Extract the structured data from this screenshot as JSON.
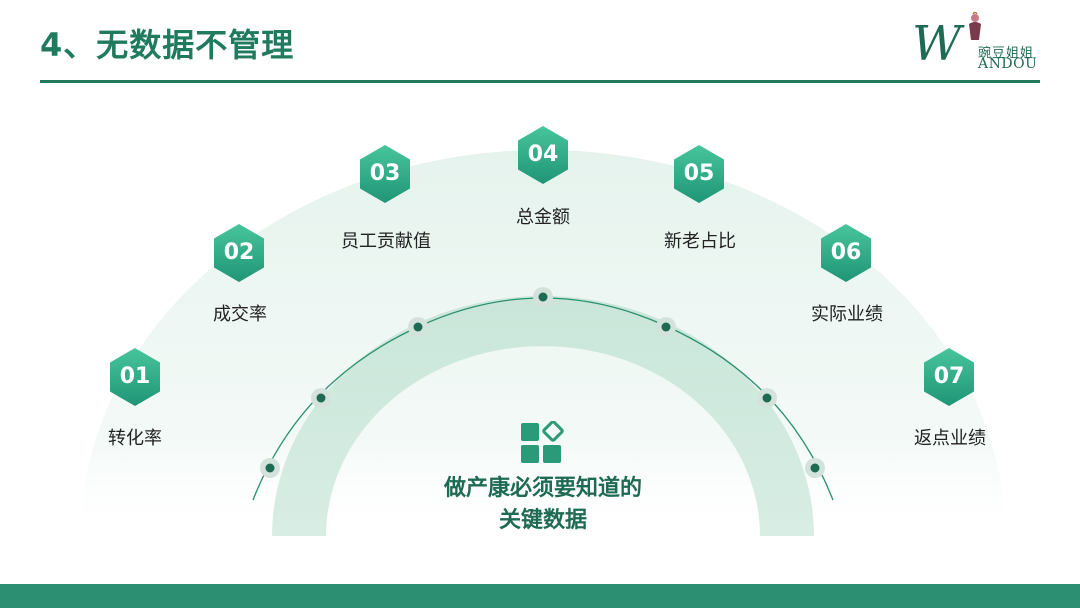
{
  "header": {
    "title": "4、无数据不管理"
  },
  "logo": {
    "letter": "W",
    "cn_text": "豌豆姐姐",
    "en_text": "ANDOU"
  },
  "items": [
    {
      "number": "01",
      "label": "转化率"
    },
    {
      "number": "02",
      "label": "成交率"
    },
    {
      "number": "03",
      "label": "员工贡献值"
    },
    {
      "number": "04",
      "label": "总金额"
    },
    {
      "number": "05",
      "label": "新老占比"
    },
    {
      "number": "06",
      "label": "实际业绩"
    },
    {
      "number": "07",
      "label": "返点业绩"
    }
  ],
  "center": {
    "line1": "做产康必须要知道的",
    "line2": "关键数据"
  },
  "colors": {
    "accent": "#1f7a5e",
    "hex_fill": "#2aa886",
    "arc_light": "#e4f2ec",
    "arc_mid": "#c9e6d9",
    "footer": "#2c8f72"
  }
}
